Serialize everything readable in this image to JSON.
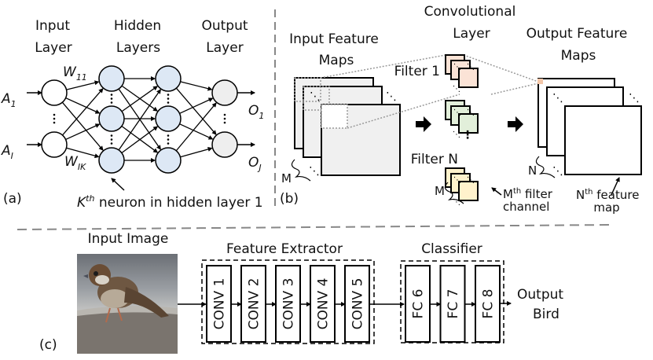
{
  "panel_a": {
    "label": "(a)",
    "headers": {
      "input_line1": "Input",
      "input_line2": "Layer",
      "hidden_line1": "Hidden",
      "hidden_line2": "Layers",
      "output_line1": "Output",
      "output_line2": "Layer"
    },
    "inputs": [
      {
        "base": "A",
        "sub": "1"
      },
      {
        "base": "A",
        "sub": "I"
      }
    ],
    "outputs": [
      {
        "base": "O",
        "sub": "1"
      },
      {
        "base": "O",
        "sub": "J"
      }
    ],
    "weights": [
      {
        "base": "W",
        "sub": "11"
      },
      {
        "base": "W",
        "sub": "IK"
      }
    ],
    "annotation": {
      "base": "K",
      "sup": "th",
      "rest": " neuron in hidden layer 1"
    },
    "colors": {
      "input_node": "#ffffff",
      "hidden_node": "#dde8f5",
      "output_node": "#eeeeee"
    }
  },
  "panel_b": {
    "label": "(b)",
    "input_maps_title_line1": "Input Feature",
    "input_maps_title_line2": "Maps",
    "conv_title_line1": "Convolutional",
    "conv_title_line2": "Layer",
    "output_maps_title_line1": "Output Feature",
    "output_maps_title_line2": "Maps",
    "filters": [
      {
        "label": "Filter 1",
        "label_color": "#c0602a",
        "fill": "#fbe3d6"
      },
      {
        "label": "",
        "label_color": "",
        "fill": "#e2efda"
      },
      {
        "label": "Filter N",
        "label_color": "#c79a00",
        "fill": "#fff2cc"
      }
    ],
    "input_depth_label": "M",
    "filter_depth_label": "M",
    "output_depth_label": "N",
    "filter_channel_note": {
      "base": "M",
      "sup": "th",
      "line1_rest": " filter",
      "line2": "channel"
    },
    "feature_map_note": {
      "base": "N",
      "sup": "th",
      "line1_rest": " feature",
      "line2": "map"
    },
    "colors": {
      "input_map": "#f0f0f0",
      "output_map": "#ffffff",
      "output_pixel": "#f4c7a9"
    }
  },
  "panel_c": {
    "label": "(c)",
    "input_image_title": "Input Image",
    "input_image_alt": "sparrow photo",
    "feature_extractor_title": "Feature Extractor",
    "classifier_title": "Classifier",
    "conv_layers": [
      "CONV 1",
      "CONV 2",
      "CONV 3",
      "CONV 4",
      "CONV 5"
    ],
    "fc_layers": [
      "FC 6",
      "FC 7",
      "FC 8"
    ],
    "output_label": "Output",
    "output_value": "Bird",
    "output_value_color": "#1a1aff"
  }
}
